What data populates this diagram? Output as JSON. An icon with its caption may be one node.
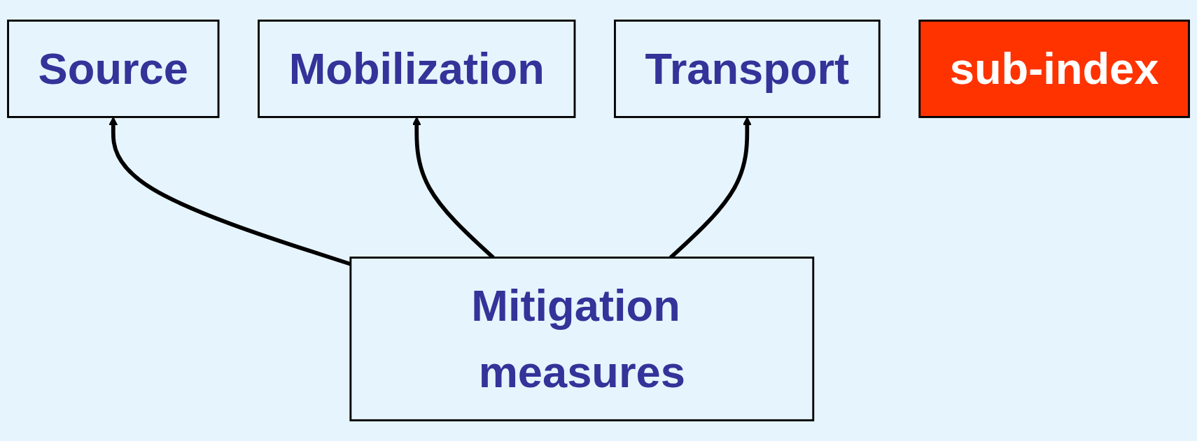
{
  "diagram": {
    "nodes": [
      {
        "text": [
          "Source"
        ]
      },
      {
        "text": [
          "Mobilization"
        ]
      },
      {
        "text": [
          "Transport"
        ]
      },
      {
        "text": [
          "sub-index"
        ]
      },
      {
        "text": [
          "Mitigation measures"
        ]
      }
    ],
    "edges": [
      {
        "from": 4,
        "to": 0,
        "arrow": "to"
      },
      {
        "from": 4,
        "to": 1,
        "arrow": "to"
      },
      {
        "from": 4,
        "to": 2,
        "arrow": "to"
      }
    ]
  }
}
